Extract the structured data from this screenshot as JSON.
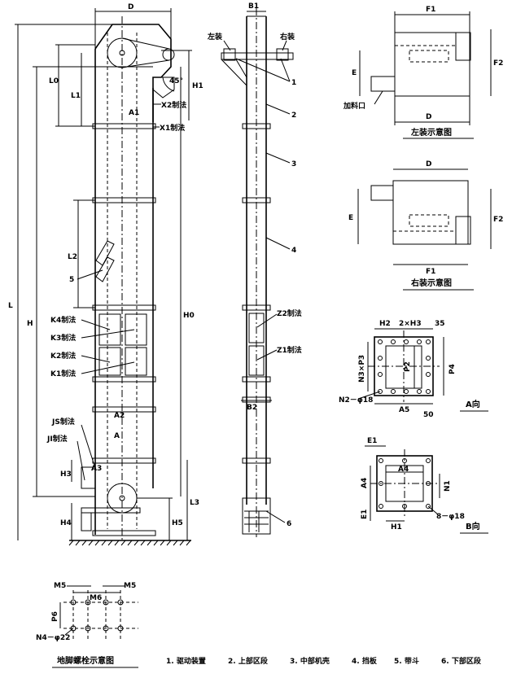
{
  "main_view": {
    "top_width": "D",
    "dims_left": {
      "L0": "L0",
      "L1": "L1",
      "L2": "L2",
      "L": "L",
      "H": "H",
      "H3": "H3",
      "H4": "H4"
    },
    "dims_right": {
      "H1": "H1",
      "H0": "H0",
      "L3": "L3",
      "H5": "H5"
    },
    "angle": "45°",
    "points": {
      "A1": "A1",
      "A2": "A2",
      "A3": "A3",
      "A": "A"
    },
    "callouts": {
      "X2": "X2制法",
      "X1": "X1制法",
      "K4": "K4制法",
      "K3": "K3制法",
      "K2": "K2制法",
      "K1": "K1制法",
      "JS": "JS制法",
      "JI": "JI制法"
    },
    "item5": "5"
  },
  "side_view": {
    "top_dim": "B1",
    "left_mount": "左装",
    "right_mount": "右装",
    "bottom_dim": "B2",
    "callouts": {
      "Z2": "Z2制法",
      "Z1": "Z1制法"
    },
    "items": [
      "1",
      "2",
      "3",
      "4",
      "6"
    ]
  },
  "left_mount_view": {
    "top_dim": "F1",
    "right_dim": "F2",
    "left_dim": "E",
    "bottom_dim": "D",
    "inlet": "加料口",
    "caption": "左装示意图"
  },
  "right_mount_view": {
    "top_dim": "D",
    "left_dim": "E",
    "right_dim": "F2",
    "bottom_dim": "F1",
    "caption": "右装示意图"
  },
  "a_view": {
    "h2": "H2",
    "n3p3": "2×H3",
    "d35": "35",
    "n3xp3": "N3×P3",
    "p2": "P2",
    "p4": "P4",
    "bolt": "N2－φ18",
    "a5": "A5",
    "d50": "50",
    "caption": "A向"
  },
  "b_view": {
    "e1_top": "E1",
    "a4_h": "A4",
    "a4_v": "A4",
    "n1": "N1",
    "e1_bottom": "E1",
    "h1": "H1",
    "bolt": "8－φ18",
    "caption": "B向"
  },
  "foundation": {
    "m5_left": "M5",
    "m5_right": "M5",
    "m6": "M6",
    "p6": "P6",
    "bolt": "N4－φ22",
    "caption": "地脚螺栓示意图"
  },
  "legend": [
    "1. 驱动装置",
    "2. 上部区段",
    "3. 中部机壳",
    "4. 挡板",
    "5. 带斗",
    "6. 下部区段"
  ]
}
